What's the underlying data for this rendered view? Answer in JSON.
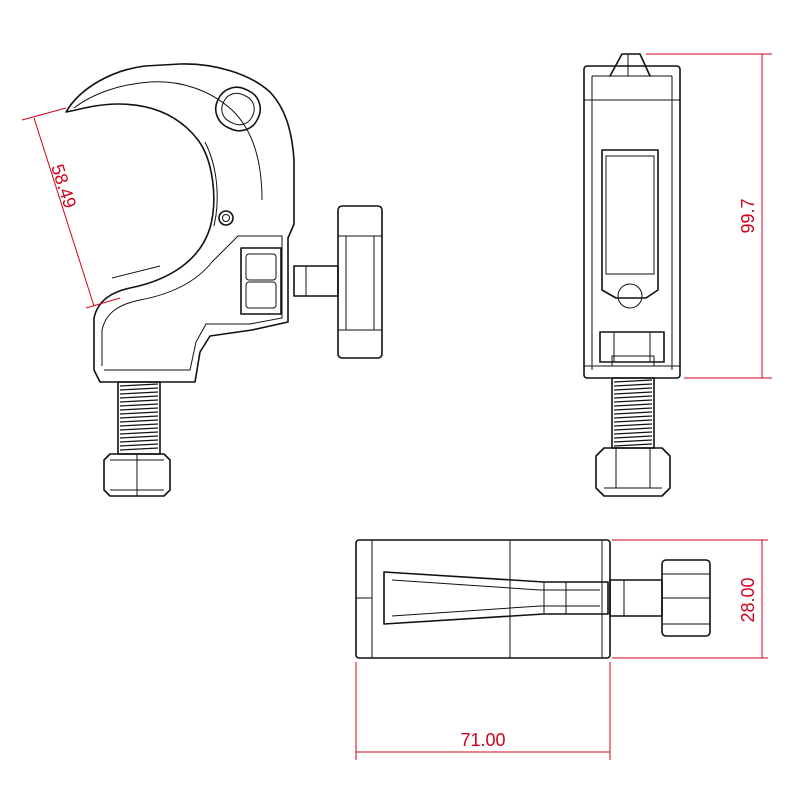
{
  "colors": {
    "line": "#111111",
    "dimension": "#d0021b",
    "background": "#ffffff"
  },
  "dimensions": {
    "jaw_opening": "58.49",
    "height": "99.7",
    "width": "28.00",
    "length": "71.00"
  }
}
